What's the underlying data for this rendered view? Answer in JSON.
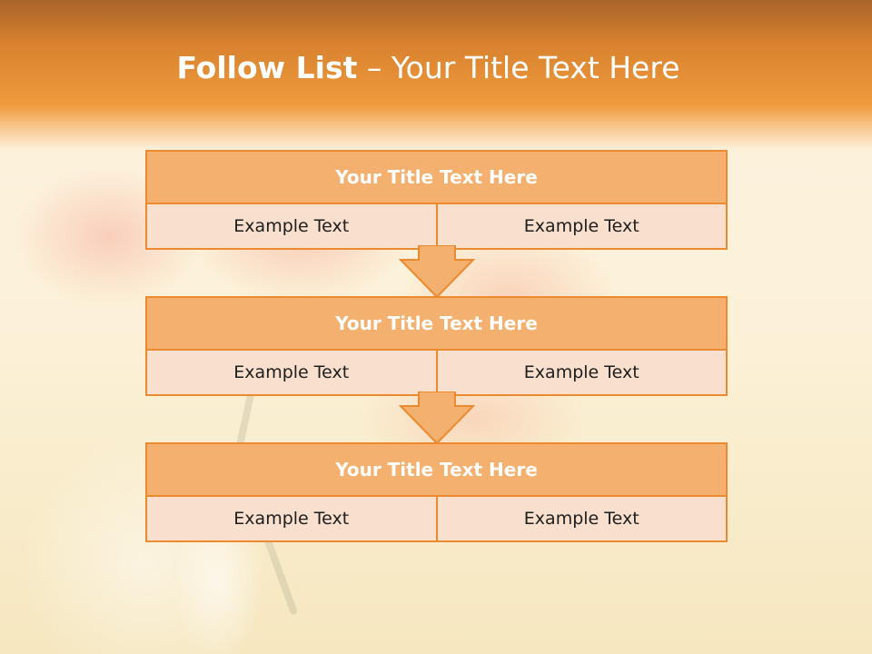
{
  "slide": {
    "title_bold": "Follow List",
    "title_rest": "– Your Title Text Here"
  },
  "steps": [
    {
      "title": "Your Title Text Here",
      "left": "Example Text",
      "right": "Example Text"
    },
    {
      "title": "Your Title Text Here",
      "left": "Example Text",
      "right": "Example Text"
    },
    {
      "title": "Your Title Text Here",
      "left": "Example Text",
      "right": "Example Text"
    }
  ],
  "colors": {
    "accent": "#ec8a2f",
    "title_fill": "#f3b06e",
    "cell_fill": "#f9dfcd",
    "arrow_fill": "#f3b06e"
  }
}
